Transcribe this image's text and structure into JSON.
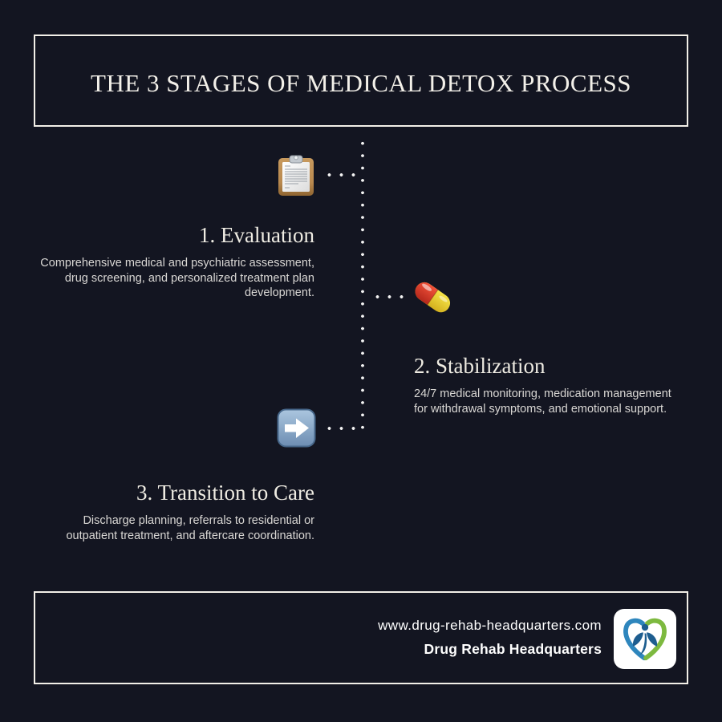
{
  "header": {
    "title": "THE 3 STAGES OF MEDICAL DETOX PROCESS"
  },
  "stages": [
    {
      "number_label": "1. Evaluation",
      "description_lines": [
        "Comprehensive medical and psychiatric assessment,",
        "drug screening, and personalized treatment plan",
        "development."
      ],
      "icon": "clipboard-icon",
      "align": "right"
    },
    {
      "number_label": "2. Stabilization",
      "description_lines": [
        "24/7 medical monitoring, medication management",
        "for withdrawal symptoms, and emotional support."
      ],
      "icon": "pill-icon",
      "align": "left"
    },
    {
      "number_label": "3. Transition to Care",
      "description_lines": [
        "Discharge planning, referrals to residential or",
        "outpatient treatment, and aftercare coordination."
      ],
      "icon": "arrow-right-icon",
      "align": "right"
    }
  ],
  "footer": {
    "website": "www.drug-rehab-headquarters.com",
    "brand": "Drug Rehab Headquarters",
    "logo": "heart-person-logo"
  },
  "colors": {
    "background": "#131521",
    "frame_border": "#f2efe8",
    "title_text": "#f3f0e9",
    "heading_text": "#efece3",
    "body_text": "#d9d7d4",
    "dots": "#f2f2f2",
    "footer_text": "#ffffff",
    "logo_blue": "#2e86bd",
    "logo_green": "#7db93f",
    "logo_figure": "#1d5d8f",
    "pill_red": "#e34328",
    "pill_yellow": "#f3dd3d",
    "arrow_blue": "#88a7c6",
    "clipboard_tan": "#bd8e55"
  }
}
